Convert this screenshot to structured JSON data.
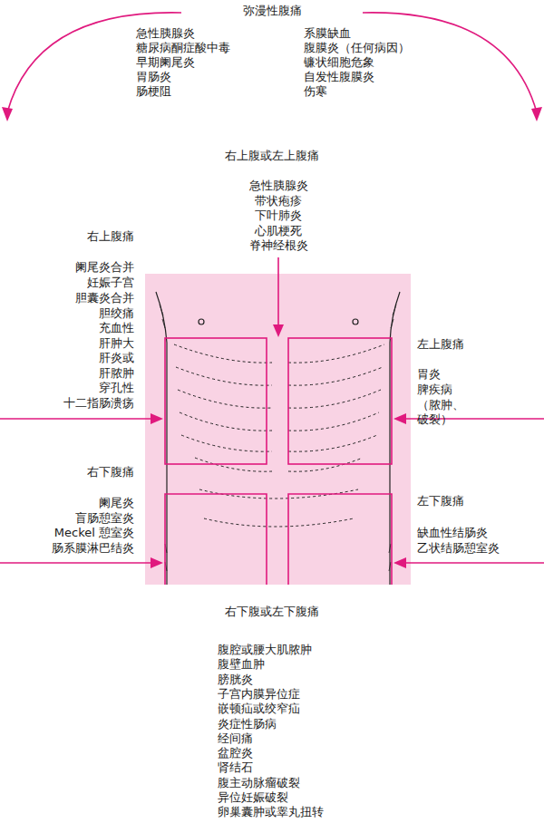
{
  "diagram": {
    "labels": [
      "弥漫性腹痛",
      "急性胰腺炎",
      "糖尿病酮症酸中毒",
      "早期阑尾炎",
      "胃肠炎",
      "肠梗阻",
      "系膜缺血",
      "腹膜炎（任何病因）",
      "镰状细胞危象",
      "自发性腹膜炎",
      "伤寒",
      "右上腹或左上腹痛",
      "急性胰腺炎",
      "带状疱疹",
      "下叶肺炎",
      "心肌梗死",
      "脊神经根炎",
      "右上腹痛",
      "阑尾炎合并 妊娠子宫",
      "胆囊炎合并 胆绞痛",
      "充血性 肝肿大",
      "肝炎或 肝脓肿",
      "穿孔性 十二指肠溃疡",
      "左上腹痛",
      "胃炎",
      "脾疾病 （脓肿、破裂）",
      "右下腹痛",
      "阑尾炎",
      "盲肠憩室炎",
      "Meckel 憩室炎",
      "肠系膜淋巴结炎",
      "左下腹痛",
      "缺血性结肠炎",
      "乙状结肠憩室炎",
      "右下腹或左下腹痛",
      "腹腔或腰大肌脓肿",
      "腹壁血肿",
      "膀胱炎",
      "子宫内膜异位症",
      "嵌顿疝或绞窄疝",
      "炎症性肠病",
      "经间痛",
      "盆腔炎",
      "肾结石",
      "腹主动脉瘤破裂",
      "异位妊娠破裂",
      "卵巢囊肿或睾丸扭转"
    ]
  }
}
